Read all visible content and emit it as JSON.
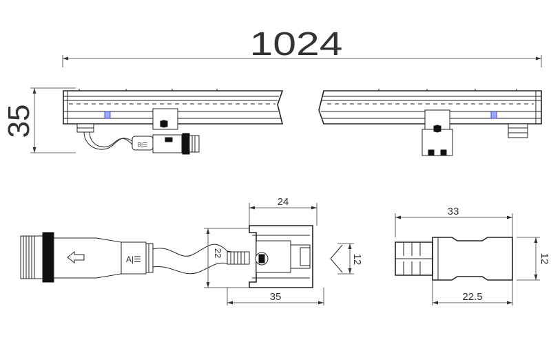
{
  "drawing": {
    "colors": {
      "line": "#222222",
      "accent": "#2233cc",
      "background": "#ffffff"
    },
    "top_view": {
      "overall_length": "1024",
      "height": "35",
      "connector_label": "B|☰"
    },
    "connector_detail": {
      "connector_label": "A|☰",
      "arrow_icon": "arrow-left-icon",
      "clip_width": "24",
      "total_width": "35",
      "cable_note": "22",
      "height": "12"
    },
    "clip_detail": {
      "total_width": "33",
      "body_width": "22.5",
      "height": "12"
    }
  }
}
